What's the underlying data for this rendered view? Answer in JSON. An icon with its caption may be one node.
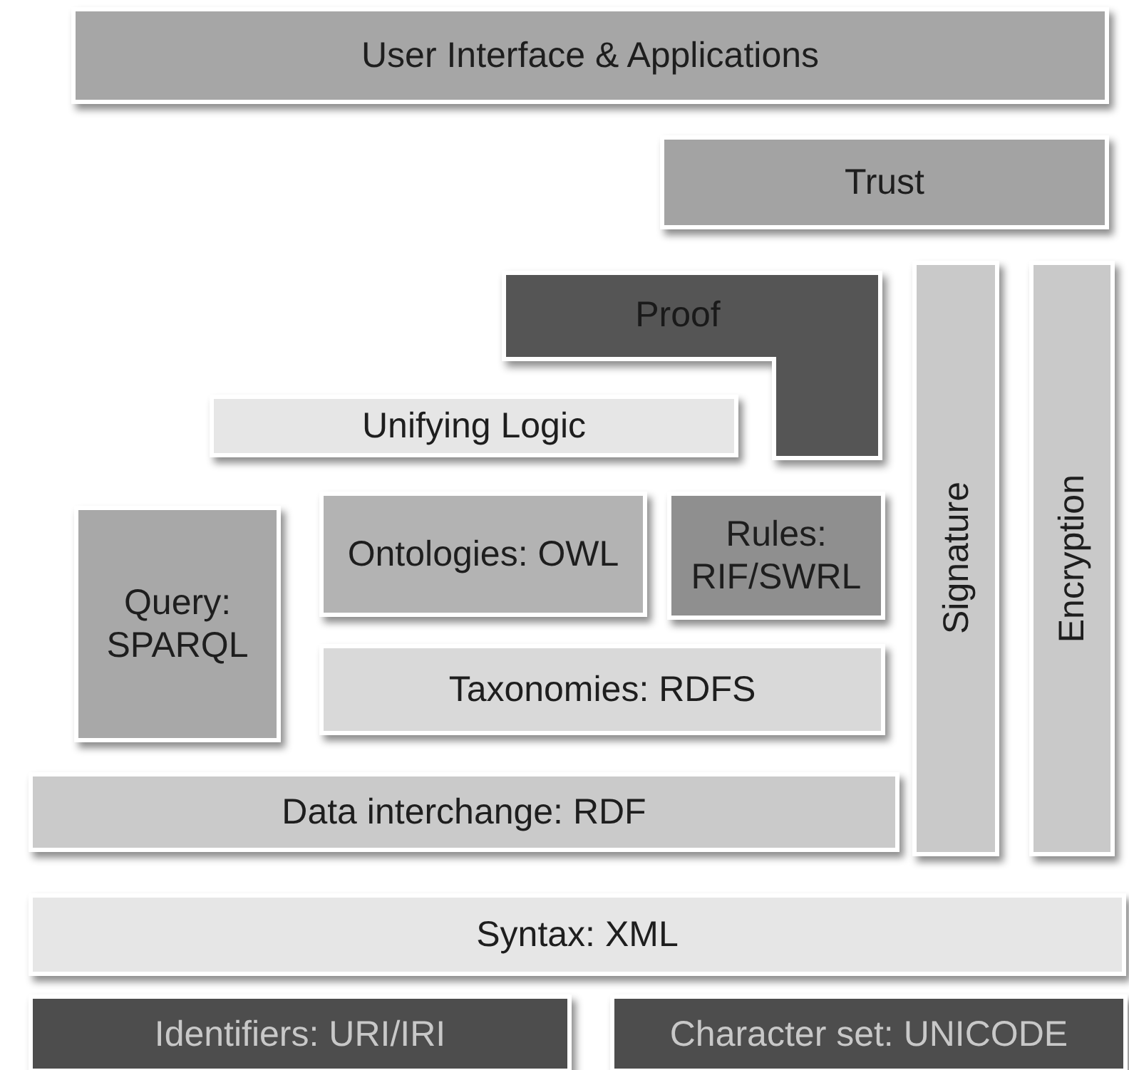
{
  "diagram": {
    "nodes": [
      {
        "text": [
          "User Interface & Applications"
        ]
      },
      {
        "text": [
          "Trust"
        ]
      },
      {
        "text": [
          "Proof"
        ]
      },
      {
        "text": [
          "Signature"
        ]
      },
      {
        "text": [
          "Encryption"
        ]
      },
      {
        "text": [
          "Unifying Logic"
        ]
      },
      {
        "text": [
          "Query: SPARQL"
        ]
      },
      {
        "text": [
          "Ontologies: OWL"
        ]
      },
      {
        "text": [
          "Rules: RIF/SWRL"
        ]
      },
      {
        "text": [
          "Taxonomies: RDFS"
        ]
      },
      {
        "text": [
          "Data interchange: RDF"
        ]
      },
      {
        "text": [
          "Syntax: XML"
        ]
      },
      {
        "text": [
          "Identifiers: URI/IRI"
        ]
      },
      {
        "text": [
          "Character set: UNICODE"
        ]
      }
    ]
  }
}
